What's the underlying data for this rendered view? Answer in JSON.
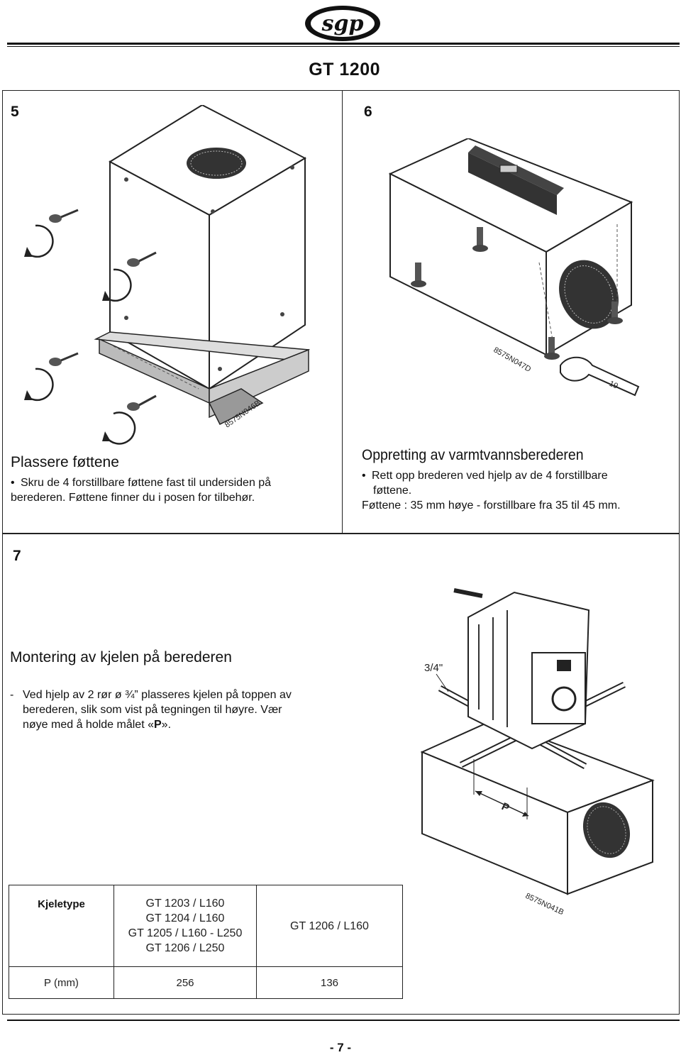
{
  "header": {
    "logo_text": "sgp",
    "model": "GT  1200"
  },
  "step5": {
    "number": "5",
    "title": "Plassere føttene",
    "bullet": "Skru de 4 forstillbare føttene fast til undersiden på berederen. Føttene finner du i posen for tilbehør.",
    "bullet_line1": "Skru de 4 forstillbare føttene fast til undersiden på",
    "bullet_line2": "berederen. Føttene finner du i posen for tilbehør.",
    "figure_code": "8575N046B"
  },
  "step6": {
    "number": "6",
    "title": "Oppretting av varmtvannsberederen",
    "bullet_line1": "Rett opp brederen ved hjelp av de 4 forstillbare",
    "bullet_line2": "føttene.",
    "note": "Føttene : 35 mm høye - forstillbare fra 35 til 45 mm.",
    "figure_code": "8575N047D",
    "wrench_size": "19"
  },
  "step7": {
    "number": "7",
    "title": "Montering av kjelen på berederen",
    "dash": "-",
    "line1": "Ved hjelp av 2 rør ø ¾” plasseres kjelen på toppen av",
    "line2": "berederen, slik som vist på tegningen til høyre. Vær",
    "line3_prefix": "nøye med å holde målet «",
    "line3_bold": "P",
    "line3_suffix": "».",
    "pipe_label": "3/4\"",
    "dimension_label": "P",
    "figure_code": "8575N041B"
  },
  "table": {
    "header_label": "Kjeletype",
    "col1_models": [
      "GT 1203 / L160",
      "GT 1204 / L160",
      "GT 1205 / L160 - L250",
      "GT 1206 / L250"
    ],
    "col2_models": [
      "GT 1206 / L160"
    ],
    "row_label": "P (mm)",
    "p_values": [
      "256",
      "136"
    ]
  },
  "footer": {
    "page": "- 7 -"
  }
}
